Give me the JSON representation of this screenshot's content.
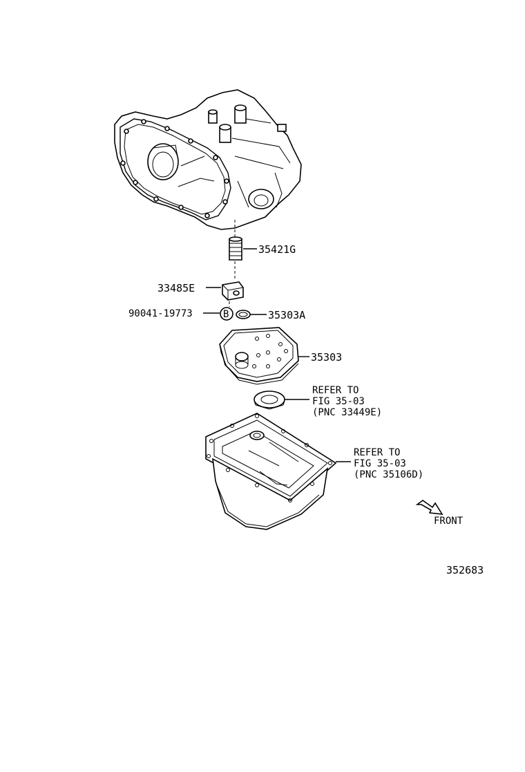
{
  "diagram": {
    "parts": [
      {
        "id": "spring",
        "number": "35421G"
      },
      {
        "id": "bracket",
        "number": "33485E"
      },
      {
        "id": "bolt",
        "number": "90041-19773",
        "marker": "B"
      },
      {
        "id": "o-ring",
        "number": "35303A"
      },
      {
        "id": "strainer",
        "number": "35303"
      }
    ],
    "references": [
      {
        "id": "gasket-ref",
        "lines": [
          "REFER TO",
          "FIG 35-03",
          "(PNC 33449E)"
        ]
      },
      {
        "id": "pan-ref",
        "lines": [
          "REFER TO",
          "FIG 35-03",
          "(PNC 35106D)"
        ]
      }
    ],
    "direction_label": "FRONT",
    "figure_number": "352683"
  }
}
